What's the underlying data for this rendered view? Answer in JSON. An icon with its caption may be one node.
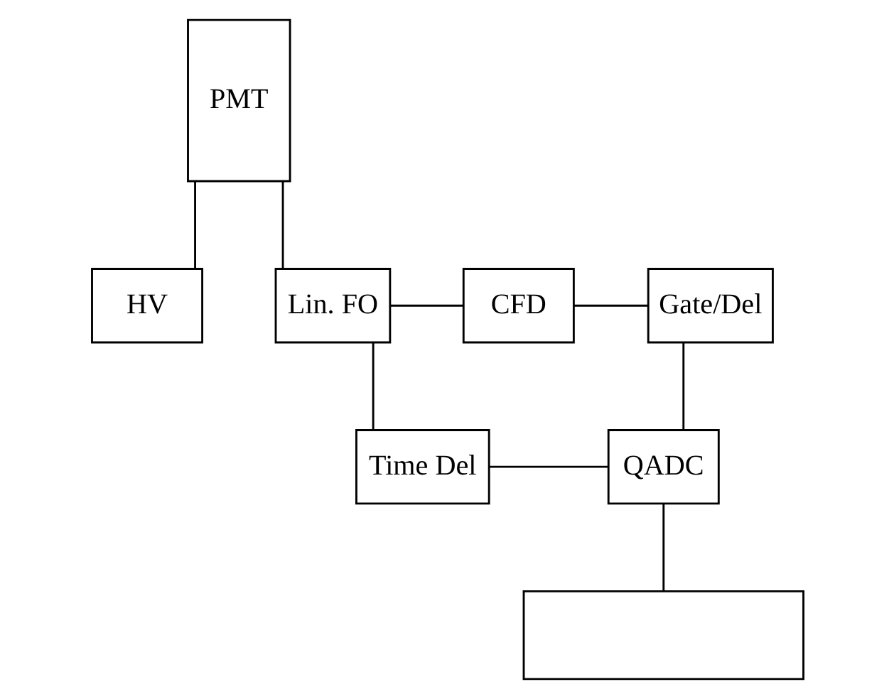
{
  "diagram": {
    "nodes": [
      {
        "text": [
          "PMT"
        ]
      },
      {
        "text": [
          "HV"
        ]
      },
      {
        "text": [
          "Lin. FO"
        ]
      },
      {
        "text": [
          "CFD"
        ]
      },
      {
        "text": [
          "Gate/Del"
        ]
      },
      {
        "text": [
          "Time Del"
        ]
      },
      {
        "text": [
          "QADC"
        ]
      },
      {
        "text": [],
        "shape": "box"
      }
    ],
    "edges": [
      {
        "from": 0,
        "to": 1,
        "arrow": "none"
      },
      {
        "from": 0,
        "to": 2,
        "arrow": "none"
      },
      {
        "from": 2,
        "to": 3,
        "arrow": "none"
      },
      {
        "from": 3,
        "to": 4,
        "arrow": "none"
      },
      {
        "from": 2,
        "to": 5,
        "arrow": "none"
      },
      {
        "from": 4,
        "to": 6,
        "arrow": "none"
      },
      {
        "from": 5,
        "to": 6,
        "arrow": "none"
      },
      {
        "from": 6,
        "to": 7,
        "arrow": "none"
      }
    ]
  }
}
